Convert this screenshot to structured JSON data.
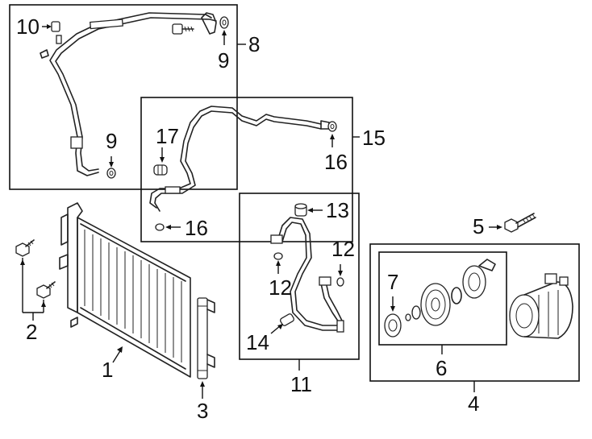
{
  "callouts": {
    "c1": "1",
    "c2": "2",
    "c3": "3",
    "c4": "4",
    "c5": "5",
    "c6": "6",
    "c7": "7",
    "c8": "8",
    "c9a": "9",
    "c9b": "9",
    "c10": "10",
    "c11": "11",
    "c12a": "12",
    "c12b": "12",
    "c13": "13",
    "c14": "14",
    "c15": "15",
    "c16a": "16",
    "c16b": "16",
    "c17": "17"
  },
  "colors": {
    "line": "#222222",
    "background": "#ffffff"
  }
}
